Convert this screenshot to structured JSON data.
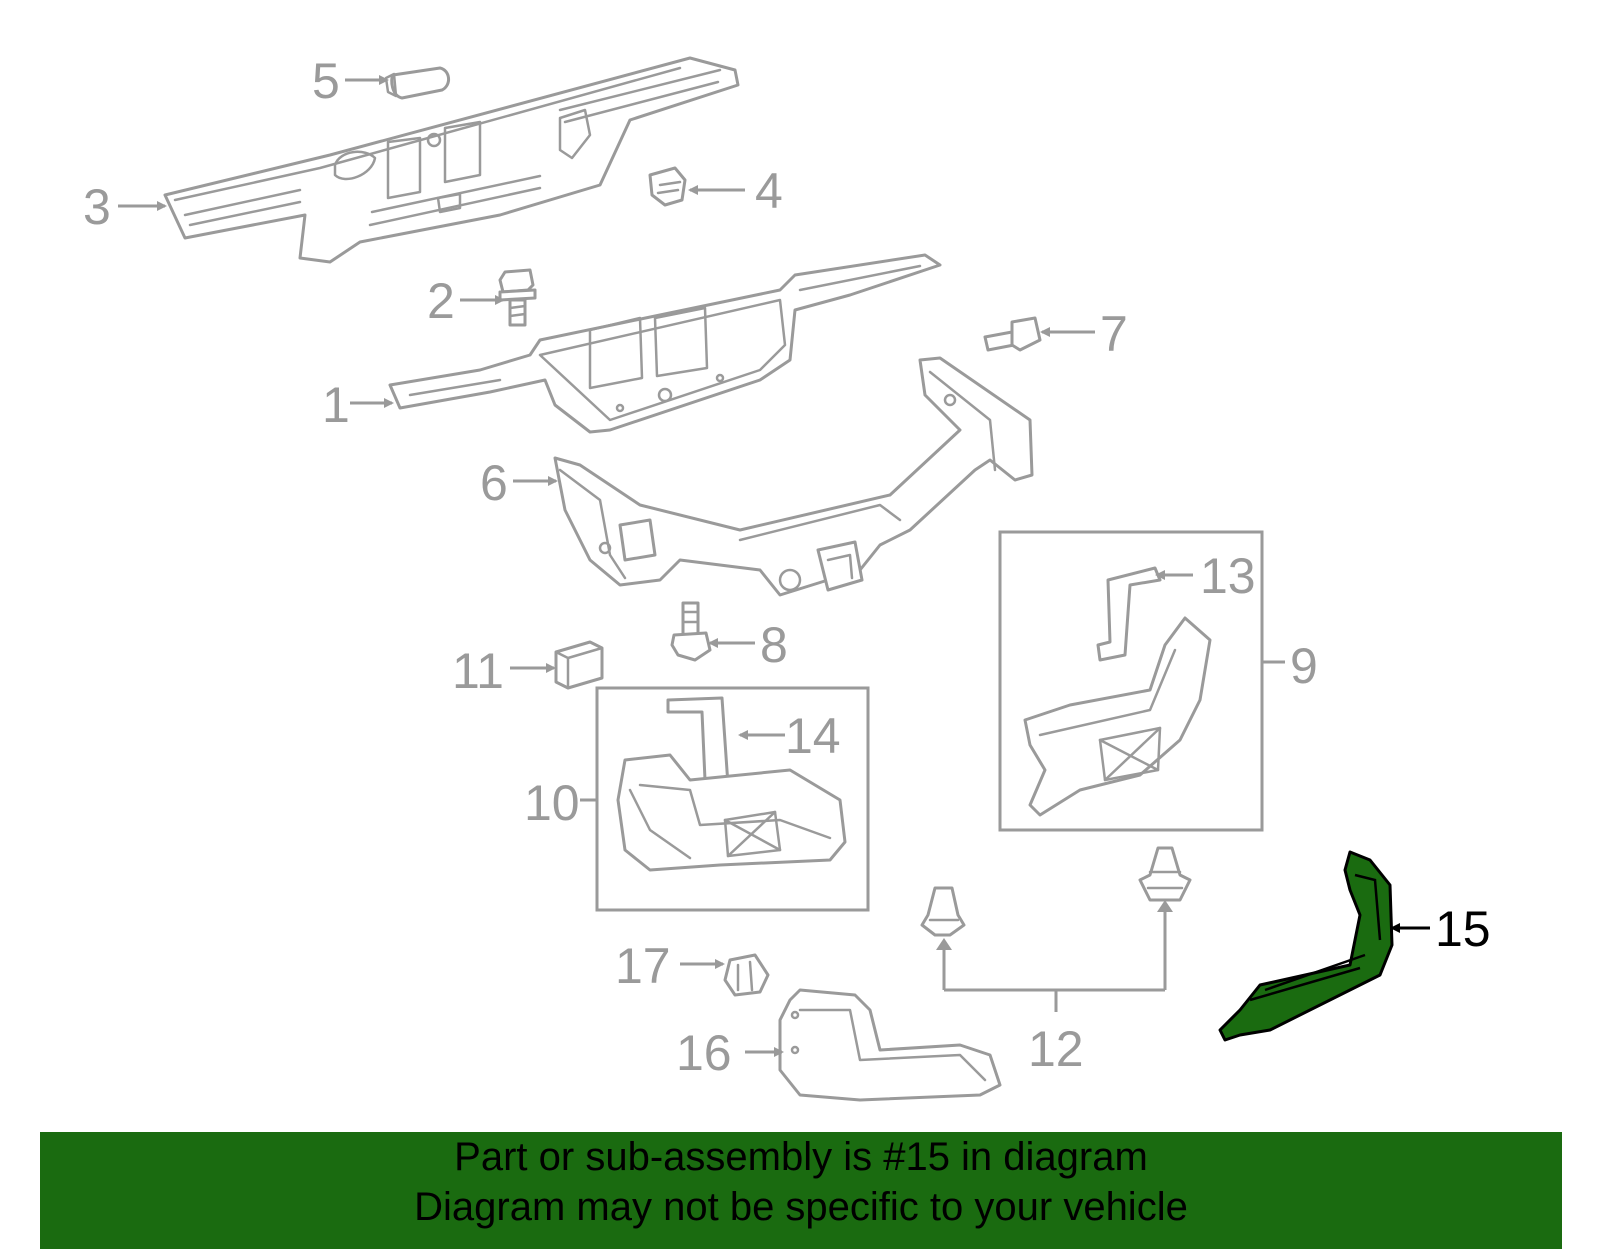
{
  "diagram": {
    "highlighted_part": "15",
    "callouts": [
      {
        "id": "c1",
        "label": "1"
      },
      {
        "id": "c2",
        "label": "2"
      },
      {
        "id": "c3",
        "label": "3"
      },
      {
        "id": "c4",
        "label": "4"
      },
      {
        "id": "c5",
        "label": "5"
      },
      {
        "id": "c6",
        "label": "6"
      },
      {
        "id": "c7",
        "label": "7"
      },
      {
        "id": "c8",
        "label": "8"
      },
      {
        "id": "c9",
        "label": "9"
      },
      {
        "id": "c10",
        "label": "10"
      },
      {
        "id": "c11",
        "label": "11"
      },
      {
        "id": "c12",
        "label": "12"
      },
      {
        "id": "c13",
        "label": "13"
      },
      {
        "id": "c14",
        "label": "14"
      },
      {
        "id": "c15",
        "label": "15"
      },
      {
        "id": "c16",
        "label": "16"
      },
      {
        "id": "c17",
        "label": "17"
      }
    ],
    "colors": {
      "line_gray": "#9a9a9a",
      "highlight_green": "#1a6b10",
      "active_label": "#000000"
    }
  },
  "banner": {
    "line1": "Part or sub-assembly is #15 in diagram",
    "line2": "Diagram may not be specific to your vehicle",
    "background": "#1a6b10"
  }
}
